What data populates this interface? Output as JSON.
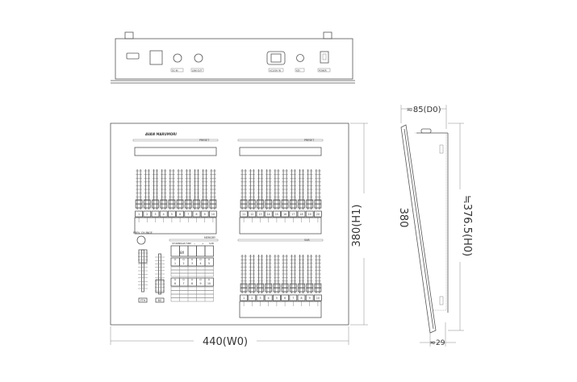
{
  "rear_panel": {
    "labels": [
      "DC-IN",
      "LINK-OUT",
      "AC100V IN",
      "KEY",
      "POWER"
    ]
  },
  "front_panel": {
    "logo": "AVAN MARUMORI",
    "bank1": {
      "strip_label": "PRESET",
      "channels": [
        "1",
        "2",
        "3",
        "4",
        "5",
        "6",
        "7",
        "8",
        "9",
        "10"
      ]
    },
    "bank2": {
      "strip_label": "PRESET",
      "channels": [
        "11",
        "12",
        "13",
        "14",
        "15",
        "16",
        "17",
        "18",
        "19",
        "20"
      ]
    },
    "bank3": {
      "strip_label": "SUB",
      "channels": [
        "1",
        "2",
        "3",
        "4",
        "5",
        "6",
        "7",
        "8",
        "9",
        "10"
      ]
    },
    "prev_label": "PREV. CH PAGE",
    "memory_label": "MEMORY",
    "key_headers": [
      "STORE",
      "PAGE/TIME",
      "−",
      "+",
      "SUB"
    ],
    "display": "88",
    "keys_row1": [
      "1",
      "2",
      "3",
      "4",
      "5"
    ],
    "keys_row2": [
      "6",
      "7",
      "8",
      "9",
      "10"
    ],
    "fader_labels": [
      "FTH",
      "BO"
    ],
    "scale": [
      "10",
      "9",
      "8",
      "7",
      "6",
      "5",
      "4",
      "3",
      "2",
      "1",
      "0"
    ]
  },
  "dimensions": {
    "width": "440(W0)",
    "height_front": "380(H1)",
    "depth": "≂85(D0)",
    "side_length": "380",
    "height": "≒376.5(H0)",
    "bottom_depth": "≂29"
  }
}
